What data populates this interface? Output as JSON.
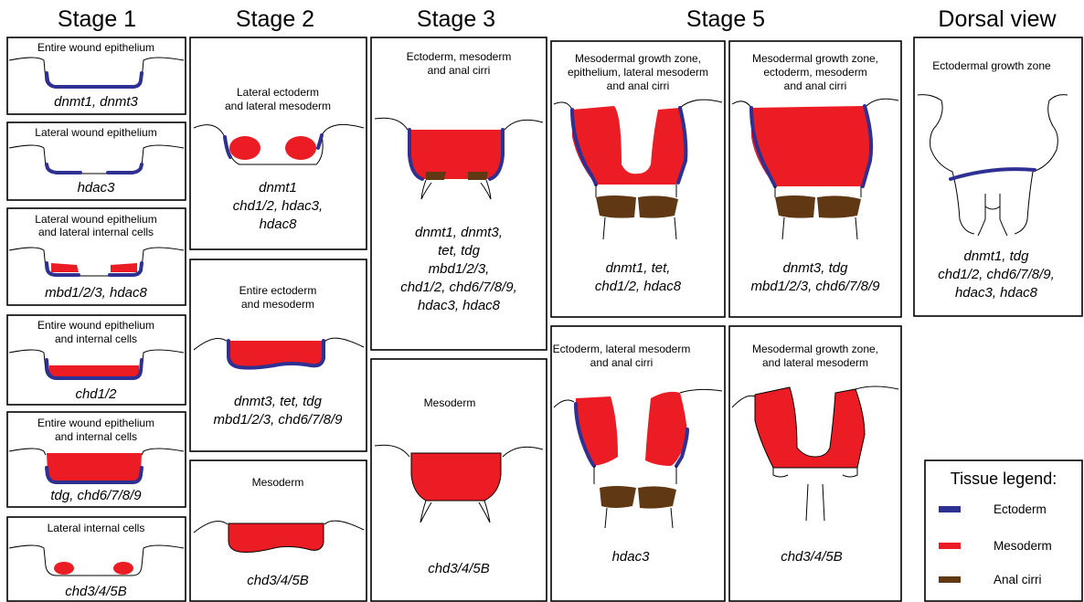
{
  "headers": {
    "stage1": "Stage 1",
    "stage2": "Stage 2",
    "stage3": "Stage 3",
    "stage5": "Stage 5",
    "dorsal": "Dorsal view"
  },
  "stage1": [
    {
      "label": [
        "Entire wound epithelium"
      ],
      "genes": [
        "dnmt1, dnmt3"
      ]
    },
    {
      "label": [
        "Lateral wound epithelium"
      ],
      "genes": [
        "hdac3"
      ]
    },
    {
      "label": [
        "Lateral wound epithelium",
        "and lateral internal cells"
      ],
      "genes": [
        "mbd1/2/3, hdac8"
      ]
    },
    {
      "label": [
        "Entire wound epithelium",
        "and internal cells"
      ],
      "genes": [
        "chd1/2"
      ]
    },
    {
      "label": [
        "Entire wound epithelium",
        "and internal cells"
      ],
      "genes": [
        "tdg, chd6/7/8/9"
      ]
    },
    {
      "label": [
        "Lateral internal cells"
      ],
      "genes": [
        "chd3/4/5B"
      ]
    }
  ],
  "stage2": [
    {
      "label": [
        "Lateral ectoderm",
        "and lateral mesoderm"
      ],
      "genes": [
        "dnmt1",
        "chd1/2, hdac3,",
        "hdac8"
      ]
    },
    {
      "label": [
        "Entire ectoderm",
        "and mesoderm"
      ],
      "genes": [
        "dnmt3, tet, tdg",
        "mbd1/2/3, chd6/7/8/9"
      ]
    },
    {
      "label": [
        "Mesoderm"
      ],
      "genes": [
        "chd3/4/5B"
      ]
    }
  ],
  "stage3": [
    {
      "label": [
        "Ectoderm, mesoderm",
        "and anal cirri"
      ],
      "genes": [
        "dnmt1, dnmt3,",
        "tet, tdg",
        "mbd1/2/3,",
        "chd1/2, chd6/7/8/9,",
        "hdac3, hdac8"
      ]
    },
    {
      "label": [
        "Mesoderm"
      ],
      "genes": [
        "chd3/4/5B"
      ]
    }
  ],
  "stage5": [
    {
      "label": [
        "Mesodermal growth zone,",
        "epithelium, lateral mesoderm",
        "and anal cirri"
      ],
      "genes": [
        "dnmt1, tet,",
        "chd1/2, hdac8"
      ]
    },
    {
      "label": [
        "Mesodermal growth zone,",
        "ectoderm, mesoderm",
        "and anal cirri"
      ],
      "genes": [
        "dnmt3, tdg",
        "mbd1/2/3, chd6/7/8/9"
      ]
    },
    {
      "label": [
        "Ectoderm, lateral mesoderm",
        "and anal cirri"
      ],
      "genes": [
        "hdac3"
      ]
    },
    {
      "label": [
        "Mesodermal growth zone,",
        "and lateral mesoderm"
      ],
      "genes": [
        "chd3/4/5B"
      ]
    }
  ],
  "dorsal": {
    "label": [
      "Ectodermal growth zone"
    ],
    "genes": [
      "dnmt1, tdg",
      "chd1/2, chd6/7/8/9,",
      "hdac3, hdac8"
    ]
  },
  "legend": {
    "title": "Tissue legend:",
    "items": [
      {
        "label": "Ectoderm",
        "color": "#2e3192"
      },
      {
        "label": "Mesoderm",
        "color": "#ec1c24"
      },
      {
        "label": "Anal cirri",
        "color": "#603813"
      }
    ]
  }
}
